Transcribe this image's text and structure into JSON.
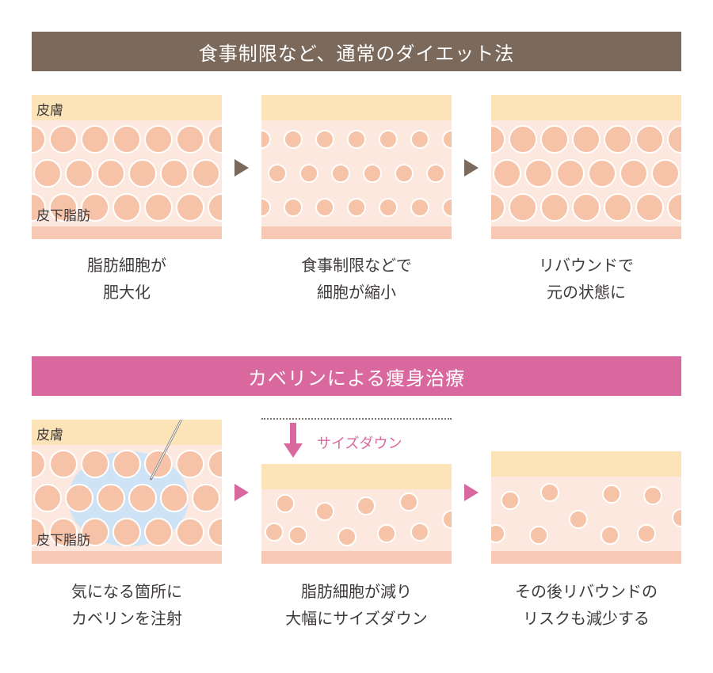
{
  "section_conventional": {
    "title": "食事制限など、通常のダイエット法",
    "panels": [
      {
        "label_top": "皮膚",
        "label_bottom": "皮下脂肪"
      },
      {
        "label_top": "",
        "label_bottom": ""
      },
      {
        "label_top": "",
        "label_bottom": ""
      }
    ],
    "captions": [
      {
        "line1": "脂肪細胞が",
        "line2": "肥大化"
      },
      {
        "line1": "食事制限などで",
        "line2": "細胞が縮小"
      },
      {
        "line1": "リバウンドで",
        "line2": "元の状態に"
      }
    ]
  },
  "section_cavelin": {
    "title": "カベリンによる痩身治療",
    "panels": [
      {
        "label_top": "皮膚",
        "label_bottom": "皮下脂肪"
      },
      {
        "label_top": "",
        "label_bottom": ""
      },
      {
        "label_top": "",
        "label_bottom": ""
      }
    ],
    "size_down_label": "サイズダウン",
    "captions": [
      {
        "line1": "気になる箇所に",
        "line2": "カベリンを注射"
      },
      {
        "line1": "脂肪細胞が減り",
        "line2": "大幅にサイズダウン"
      },
      {
        "line1": "その後リバウンドの",
        "line2": "リスクも減少する"
      }
    ]
  },
  "colors": {
    "brown": "#7b6a5c",
    "pink": "#d9689e",
    "skin": "#fce3b8",
    "fat_bg": "#fde8df",
    "fat_cell": "#f6c3a8",
    "injection_zone": "#cfe3f6"
  }
}
